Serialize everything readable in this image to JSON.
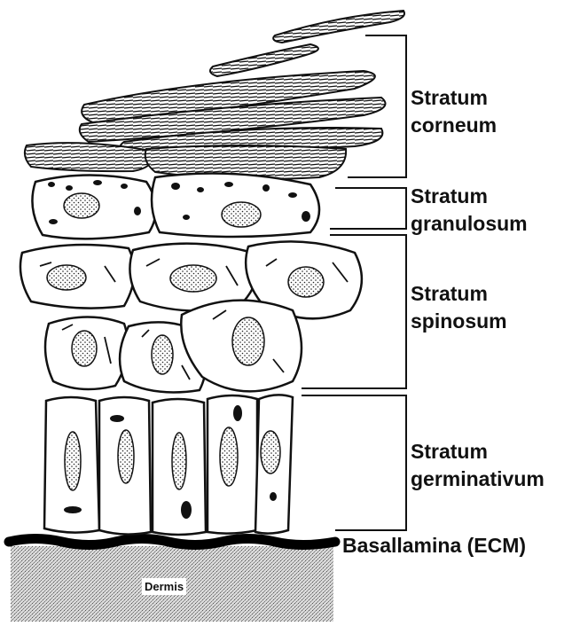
{
  "layers": [
    {
      "id": "corneum",
      "line1": "Stratum",
      "line2": "corneum"
    },
    {
      "id": "granulosum",
      "line1": "Stratum",
      "line2": "granulosum"
    },
    {
      "id": "spinosum",
      "line1": "Stratum",
      "line2": "spinosum"
    },
    {
      "id": "germinativum",
      "line1": "Stratum",
      "line2": "germinativum"
    }
  ],
  "basal_label": "Basallamina (ECM)",
  "dermis_label": "Dermis",
  "colors": {
    "ink": "#111111",
    "paper": "#ffffff",
    "dermis": "#c8c8c8"
  }
}
